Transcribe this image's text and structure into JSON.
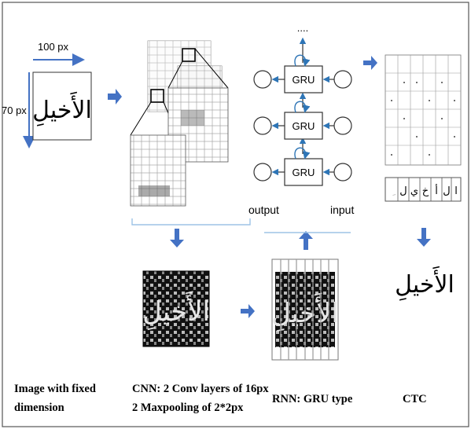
{
  "input_stage": {
    "width_label": "100 px",
    "height_label": "70 px",
    "word": "الأَخيلِ"
  },
  "rnn_stage": {
    "dots": "....",
    "cell_label": "GRU",
    "output_label": "output",
    "input_label": "input"
  },
  "ctc_stage": {
    "sequence": [
      "ا",
      "ل",
      "أ",
      "خ",
      "ي",
      "ل",
      "ِ"
    ],
    "output_word": "الأَخيلِ"
  },
  "captions": {
    "input_line1": "Image with fixed",
    "input_line2": "dimension",
    "cnn_line1": "CNN: 2 Conv layers of 16px",
    "cnn_line2": "2 Maxpooling of 2*2px",
    "rnn": "RNN: GRU type",
    "ctc": "CTC"
  },
  "colors": {
    "arrow": "#4472c4",
    "bracket": "#9dc3e6",
    "loop": "#2e75b6",
    "frame": "#555555"
  }
}
